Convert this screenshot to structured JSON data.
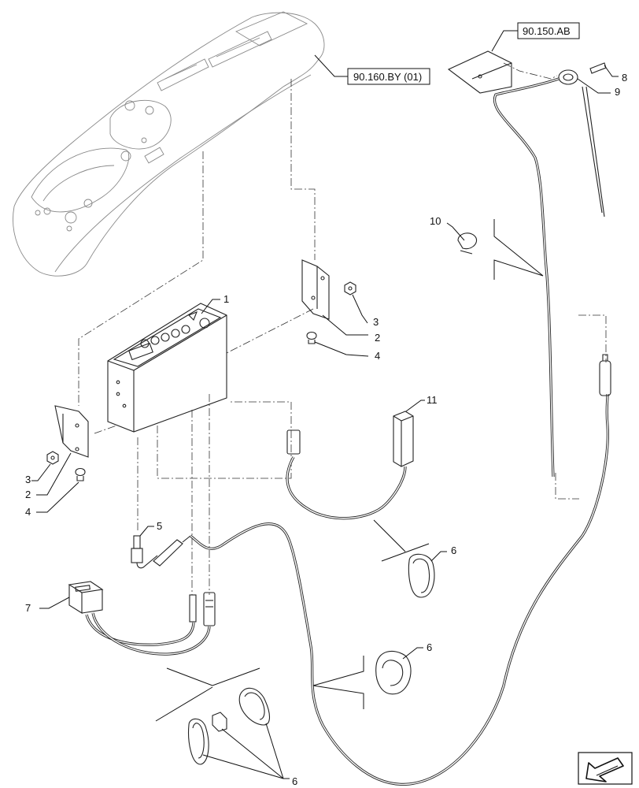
{
  "references": [
    {
      "id": "ref-cab",
      "text": "90.160.BY (01)"
    },
    {
      "id": "ref-mount",
      "text": "90.150.AB"
    }
  ],
  "callouts": {
    "c1": "1",
    "c2a": "2",
    "c2b": "2",
    "c3a": "3",
    "c3b": "3",
    "c4a": "4",
    "c4b": "4",
    "c5": "5",
    "c6a": "6",
    "c6b": "6",
    "c6c": "6",
    "c7": "7",
    "c8": "8",
    "c9": "9",
    "c10": "10",
    "c11": "11"
  },
  "icons": {
    "nav": "arrow-left-down-icon"
  }
}
